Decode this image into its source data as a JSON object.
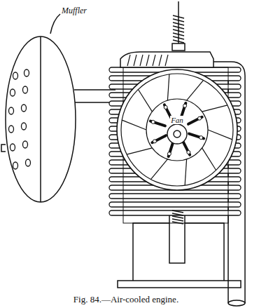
{
  "diagram": {
    "caption": "Fig. 84.—Air-cooled engine.",
    "labels": [
      "Muffler",
      "Fan"
    ]
  }
}
